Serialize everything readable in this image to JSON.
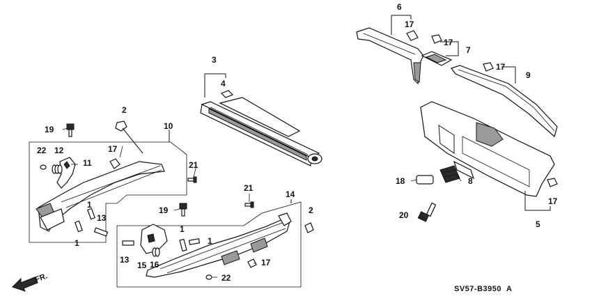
{
  "diagram": {
    "callouts": {
      "c1a": "1",
      "c1b": "1",
      "c1c": "1",
      "c1d": "1",
      "c2a": "2",
      "c2b": "2",
      "c3": "3",
      "c4": "4",
      "c5": "5",
      "c6": "6",
      "c7": "7",
      "c8": "8",
      "c9": "9",
      "c10": "10",
      "c11": "11",
      "c12": "12",
      "c13a": "13",
      "c13b": "13",
      "c14": "14",
      "c15": "15",
      "c16": "16",
      "c17a": "17",
      "c17b": "17",
      "c17c": "17",
      "c17d": "17",
      "c17e": "17",
      "c17f": "17",
      "c18": "18",
      "c19a": "19",
      "c19b": "19",
      "c20": "20",
      "c21a": "21",
      "c21b": "21",
      "c22a": "22",
      "c22b": "22"
    },
    "drawing_code": "SV57-B3950",
    "drawing_code_suffix": "A",
    "front_marker": "FR."
  }
}
